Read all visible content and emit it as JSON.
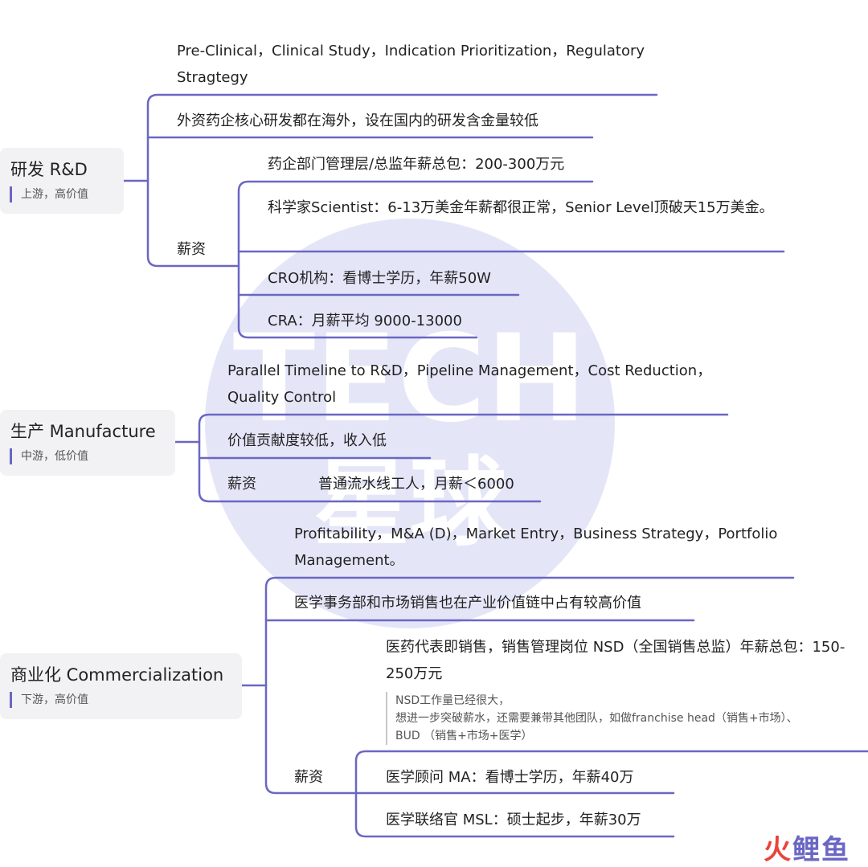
{
  "watermark": {
    "line1": "TECH",
    "line2": "星球"
  },
  "brand": {
    "part1": "火",
    "part2": "鲤鱼"
  },
  "colors": {
    "line": "#6a67c4",
    "root_bg": "#f2f2f4",
    "watermark": "#e4e6f8"
  },
  "rd": {
    "title": "研发 R&D",
    "note": "上游，高价值",
    "areas": "Pre-Clinical，Clinical Study，Indication Prioritization，Regulatory Stragtegy",
    "insight": "外资药企核心研发都在海外，设在国内的研发含金量较低",
    "salary_label": "薪资",
    "salary": [
      "药企部门管理层/总监年薪总包：200-300万元",
      "科学家Scientist：6-13万美金年薪都很正常，Senior Level顶破天15万美金。",
      "CRO机构：看博士学历，年薪50W",
      "CRA：月薪平均 9000-13000"
    ]
  },
  "mfg": {
    "title": "生产 Manufacture",
    "note": "中游，低价值",
    "areas": "Parallel Timeline to R&D，Pipeline Management，Cost Reduction，Quality Control",
    "insight": "价值贡献度较低，收入低",
    "salary_label": "薪资",
    "salary": [
      "普通流水线工人，月薪＜6000"
    ]
  },
  "com": {
    "title": "商业化 Commercialization",
    "note": "下游，高价值",
    "areas": "Profitability，M&A (D)，Market Entry，Business Strategy，Portfolio Management。",
    "insight": "医学事务部和市场销售也在产业价值链中占有较高价值",
    "salary_label": "薪资",
    "salary": [
      "医药代表即销售，销售管理岗位 NSD（全国销售总监）年薪总包：150-250万元",
      "医学顾问 MA：看博士学历，年薪40万",
      "医学联络官 MSL：硕士起步，年薪30万"
    ],
    "salary_note": [
      "NSD工作量已经很大，",
      "想进一步突破薪水，还需要兼带其他团队，如做franchise head（销售+市场）、",
      "BUD （销售+市场+医学）"
    ]
  }
}
